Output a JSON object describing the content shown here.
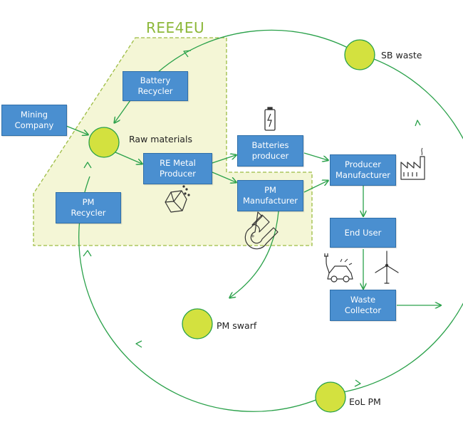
{
  "colors": {
    "region_fill": "#f4f6d6",
    "region_border": "#9cbc43",
    "flow_line": "#2aa14a",
    "node_fill": "#d3e13f",
    "box_fill": "#4a8fd0",
    "title": "#8db83a"
  },
  "diagram": {
    "title": "REE4EU",
    "boxes": {
      "battery_recycler": "Battery\nRecycler",
      "mining_company": "Mining\nCompany",
      "re_metal_producer": "RE Metal\nProducer",
      "batteries_producer": "Batteries\nproducer",
      "pm_manufacturer": "PM\nManufacturer",
      "producer_manufacturer": "Producer\nManufacturer",
      "pm_recycler": "PM\nRecycler",
      "end_user": "End User",
      "waste_collector": "Waste\nCollector"
    },
    "nodes": {
      "raw_materials": "Raw materials",
      "sb_waste": "SB waste",
      "pm_swarf": "PM swarf",
      "eol_pm": "EoL PM"
    },
    "icons": [
      "battery-icon",
      "ore-rock-icon",
      "magnet-icon",
      "factory-icon",
      "electric-car-icon",
      "wind-turbine-icon"
    ]
  }
}
